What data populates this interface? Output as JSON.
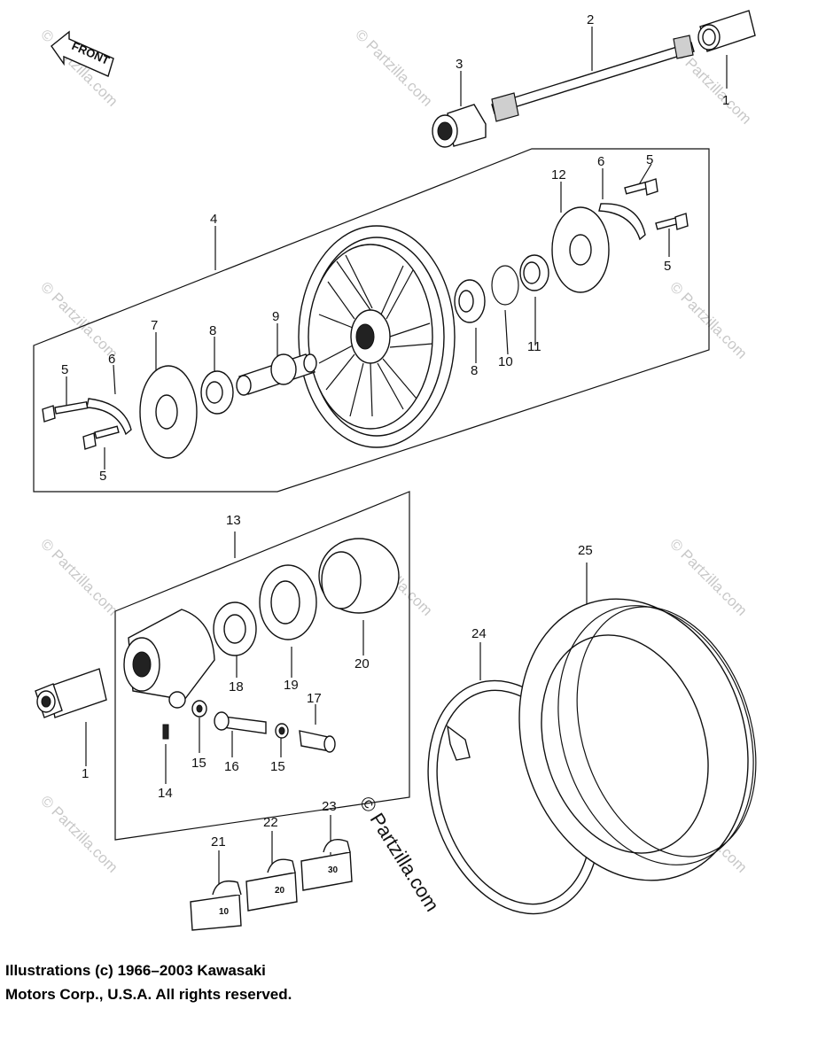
{
  "front_arrow_label": "FRONT",
  "callouts": {
    "c1a": "1",
    "c2": "2",
    "c3": "3",
    "c4": "4",
    "c5a": "5",
    "c5b": "5",
    "c5c": "5",
    "c5d": "5",
    "c6a": "6",
    "c6b": "6",
    "c7": "7",
    "c8a": "8",
    "c8b": "8",
    "c9": "9",
    "c10": "10",
    "c11": "11",
    "c12": "12",
    "c13": "13",
    "c1b": "1",
    "c14": "14",
    "c15a": "15",
    "c15b": "15",
    "c16": "16",
    "c17": "17",
    "c18": "18",
    "c19": "19",
    "c20": "20",
    "c21": "21",
    "c22": "22",
    "c23": "23",
    "c24": "24",
    "c25": "25"
  },
  "weight_tags": {
    "w10": "10",
    "w20": "20",
    "w30": "30"
  },
  "watermark": "© Partzilla.com",
  "center_brand": "© Partzilla.com",
  "copyright": {
    "line1": "Illustrations (c) 1966–2003 Kawasaki",
    "line2": "Motors Corp., U.S.A.  All rights reserved."
  }
}
